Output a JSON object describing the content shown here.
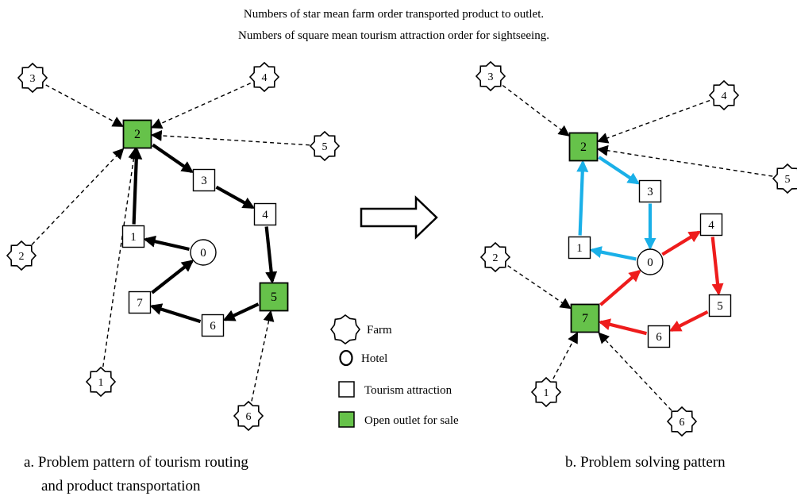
{
  "header": {
    "line1": "Numbers of star mean farm order transported product to outlet.",
    "line2": "Numbers of square mean tourism attraction order for sightseeing."
  },
  "legend": {
    "farm": "Farm",
    "hotel": "Hotel",
    "attraction": "Tourism attraction",
    "outlet": "Open outlet for sale"
  },
  "colors": {
    "outlet_fill": "#66c24a",
    "route_a": "#000000",
    "route_b1": "#1ab0e8",
    "route_b2": "#ee1c1c",
    "farm_link": "#000000"
  },
  "panel_a": {
    "caption_line1": "a.  Problem pattern of tourism routing",
    "caption_line2": "and product transportation",
    "hotel": {
      "label": "0"
    },
    "attractions": [
      {
        "label": "1",
        "outlet": false
      },
      {
        "label": "2",
        "outlet": true
      },
      {
        "label": "3",
        "outlet": false
      },
      {
        "label": "4",
        "outlet": false
      },
      {
        "label": "5",
        "outlet": true
      },
      {
        "label": "6",
        "outlet": false
      },
      {
        "label": "7",
        "outlet": false
      }
    ],
    "farms": [
      {
        "label": "1",
        "outlet": "2"
      },
      {
        "label": "2",
        "outlet": "2"
      },
      {
        "label": "3",
        "outlet": "2"
      },
      {
        "label": "4",
        "outlet": "2"
      },
      {
        "label": "5",
        "outlet": "2"
      },
      {
        "label": "6",
        "outlet": "5"
      }
    ],
    "routes": [
      {
        "sequence": [
          "0",
          "1",
          "2",
          "3",
          "4",
          "5",
          "6",
          "7",
          "0"
        ],
        "color_key": "route_a"
      }
    ]
  },
  "panel_b": {
    "caption_line1": "b.  Problem solving pattern",
    "hotel": {
      "label": "0"
    },
    "attractions": [
      {
        "label": "1",
        "outlet": false
      },
      {
        "label": "2",
        "outlet": true
      },
      {
        "label": "3",
        "outlet": false
      },
      {
        "label": "4",
        "outlet": false
      },
      {
        "label": "5",
        "outlet": false
      },
      {
        "label": "6",
        "outlet": false
      },
      {
        "label": "7",
        "outlet": true
      }
    ],
    "farms": [
      {
        "label": "1",
        "outlet": "7"
      },
      {
        "label": "2",
        "outlet": "7"
      },
      {
        "label": "3",
        "outlet": "2"
      },
      {
        "label": "4",
        "outlet": "2"
      },
      {
        "label": "5",
        "outlet": "2"
      },
      {
        "label": "6",
        "outlet": "7"
      }
    ],
    "routes": [
      {
        "sequence": [
          "0",
          "1",
          "2",
          "3",
          "0"
        ],
        "color_key": "route_b1"
      },
      {
        "sequence": [
          "0",
          "4",
          "5",
          "6",
          "7",
          "0"
        ],
        "color_key": "route_b2"
      }
    ]
  }
}
